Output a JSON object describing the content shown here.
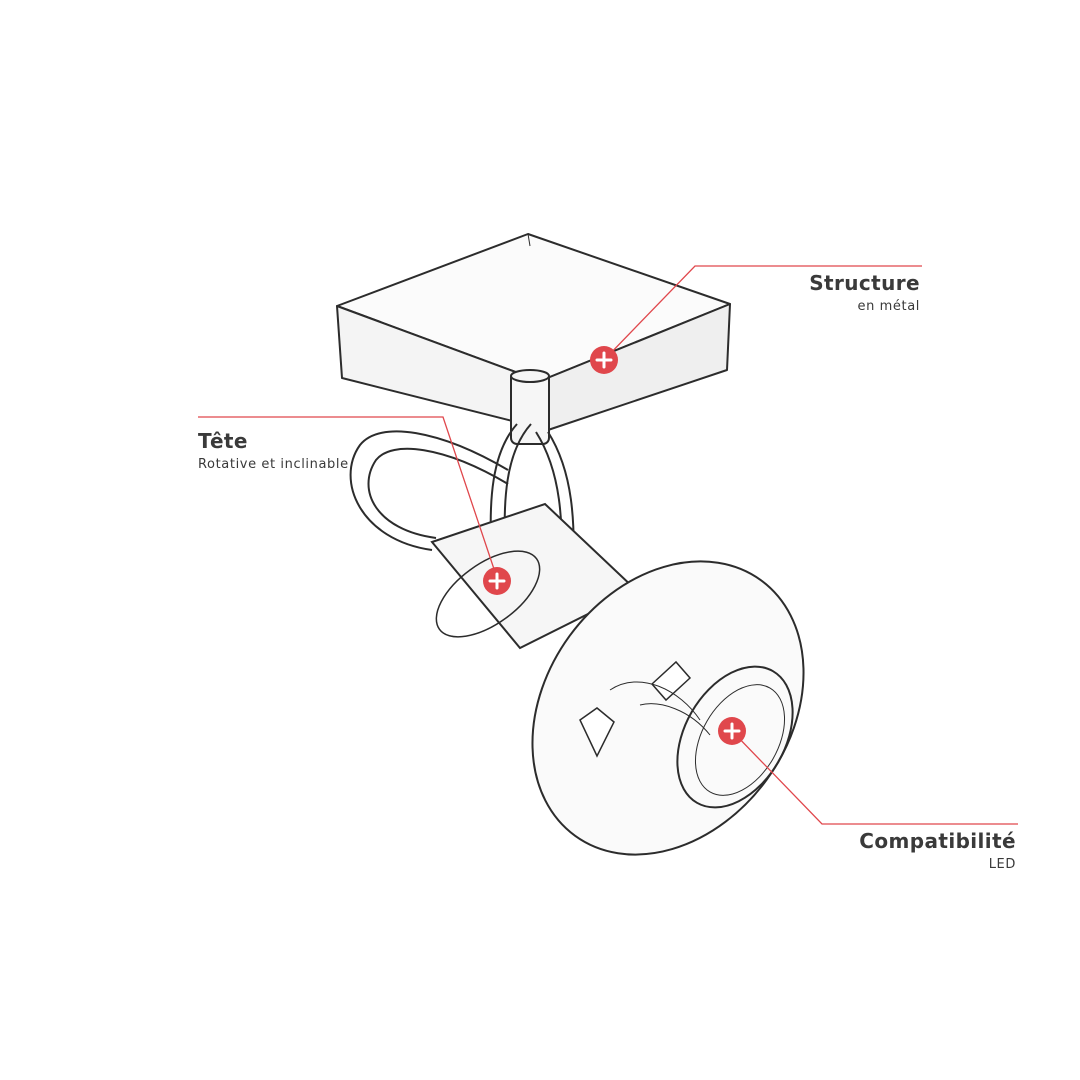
{
  "colors": {
    "accent": "#e0474c",
    "line": "#2c2c2c",
    "text": "#3a3a3a",
    "background": "#ffffff"
  },
  "callouts": {
    "structure": {
      "title": "Structure",
      "subtitle": "en métal"
    },
    "tete": {
      "title": "Tête",
      "subtitle": "Rotative et inclinable"
    },
    "compatibilite": {
      "title": "Compatibilité",
      "subtitle": "LED"
    }
  },
  "hotspot_icon": "plus-icon"
}
